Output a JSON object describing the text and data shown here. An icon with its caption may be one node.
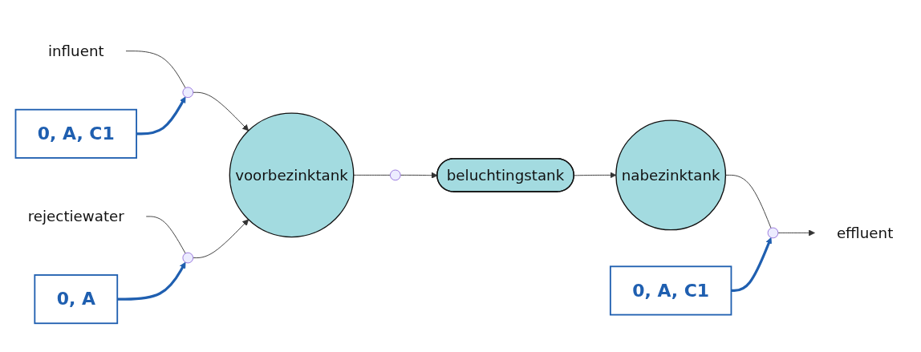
{
  "diagram": {
    "nodes": [
      {
        "text": [
          "influent"
        ]
      },
      {
        "text": [],
        "shape": "circle"
      },
      {
        "text": [
          "voorbezinktank"
        ]
      },
      {
        "text": [],
        "shape": "circle"
      },
      {
        "text": [
          "beluchtingstank"
        ]
      },
      {
        "text": [
          "nabezinktank"
        ]
      },
      {
        "text": [],
        "shape": "circle"
      },
      {
        "text": [
          "effluent"
        ]
      },
      {
        "text": [
          "0, A, C1"
        ]
      },
      {
        "text": [],
        "shape": "circle"
      },
      {
        "text": [
          "rejectiewater"
        ]
      },
      {
        "text": [
          "0, A"
        ]
      },
      {
        "text": [
          "0, A, C1"
        ]
      }
    ],
    "edges": [
      {
        "from": 0,
        "to": 1,
        "arrow": "none"
      },
      {
        "from": 1,
        "to": 2,
        "arrow": "to"
      },
      {
        "from": 2,
        "to": 3,
        "arrow": "none"
      },
      {
        "from": 3,
        "to": 4,
        "arrow": "to"
      },
      {
        "from": 4,
        "to": 5,
        "arrow": "to"
      },
      {
        "from": 5,
        "to": 6,
        "arrow": "none"
      },
      {
        "from": 6,
        "to": 7,
        "arrow": "to"
      },
      {
        "from": 8,
        "to": 1,
        "arrow": "to",
        "style": "thick",
        "color": "#1f5fb0"
      },
      {
        "from": 10,
        "to": 9,
        "arrow": "none"
      },
      {
        "from": 9,
        "to": 2,
        "arrow": "to"
      },
      {
        "from": 11,
        "to": 9,
        "arrow": "to",
        "style": "thick",
        "color": "#1f5fb0"
      },
      {
        "from": 12,
        "to": 6,
        "arrow": "to",
        "style": "thick",
        "color": "#1f5fb0"
      }
    ]
  }
}
